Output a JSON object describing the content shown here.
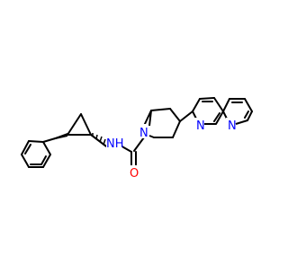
{
  "molecule": {
    "atom_labels": {
      "amide_nh": "NH",
      "piperidine_n": "N",
      "carbonyl_o": "O",
      "naphthyridine_n1": "N",
      "naphthyridine_n8": "N"
    },
    "colors": {
      "bond": "#000000",
      "nitrogen": "#0000ff",
      "oxygen": "#ff0000"
    }
  }
}
